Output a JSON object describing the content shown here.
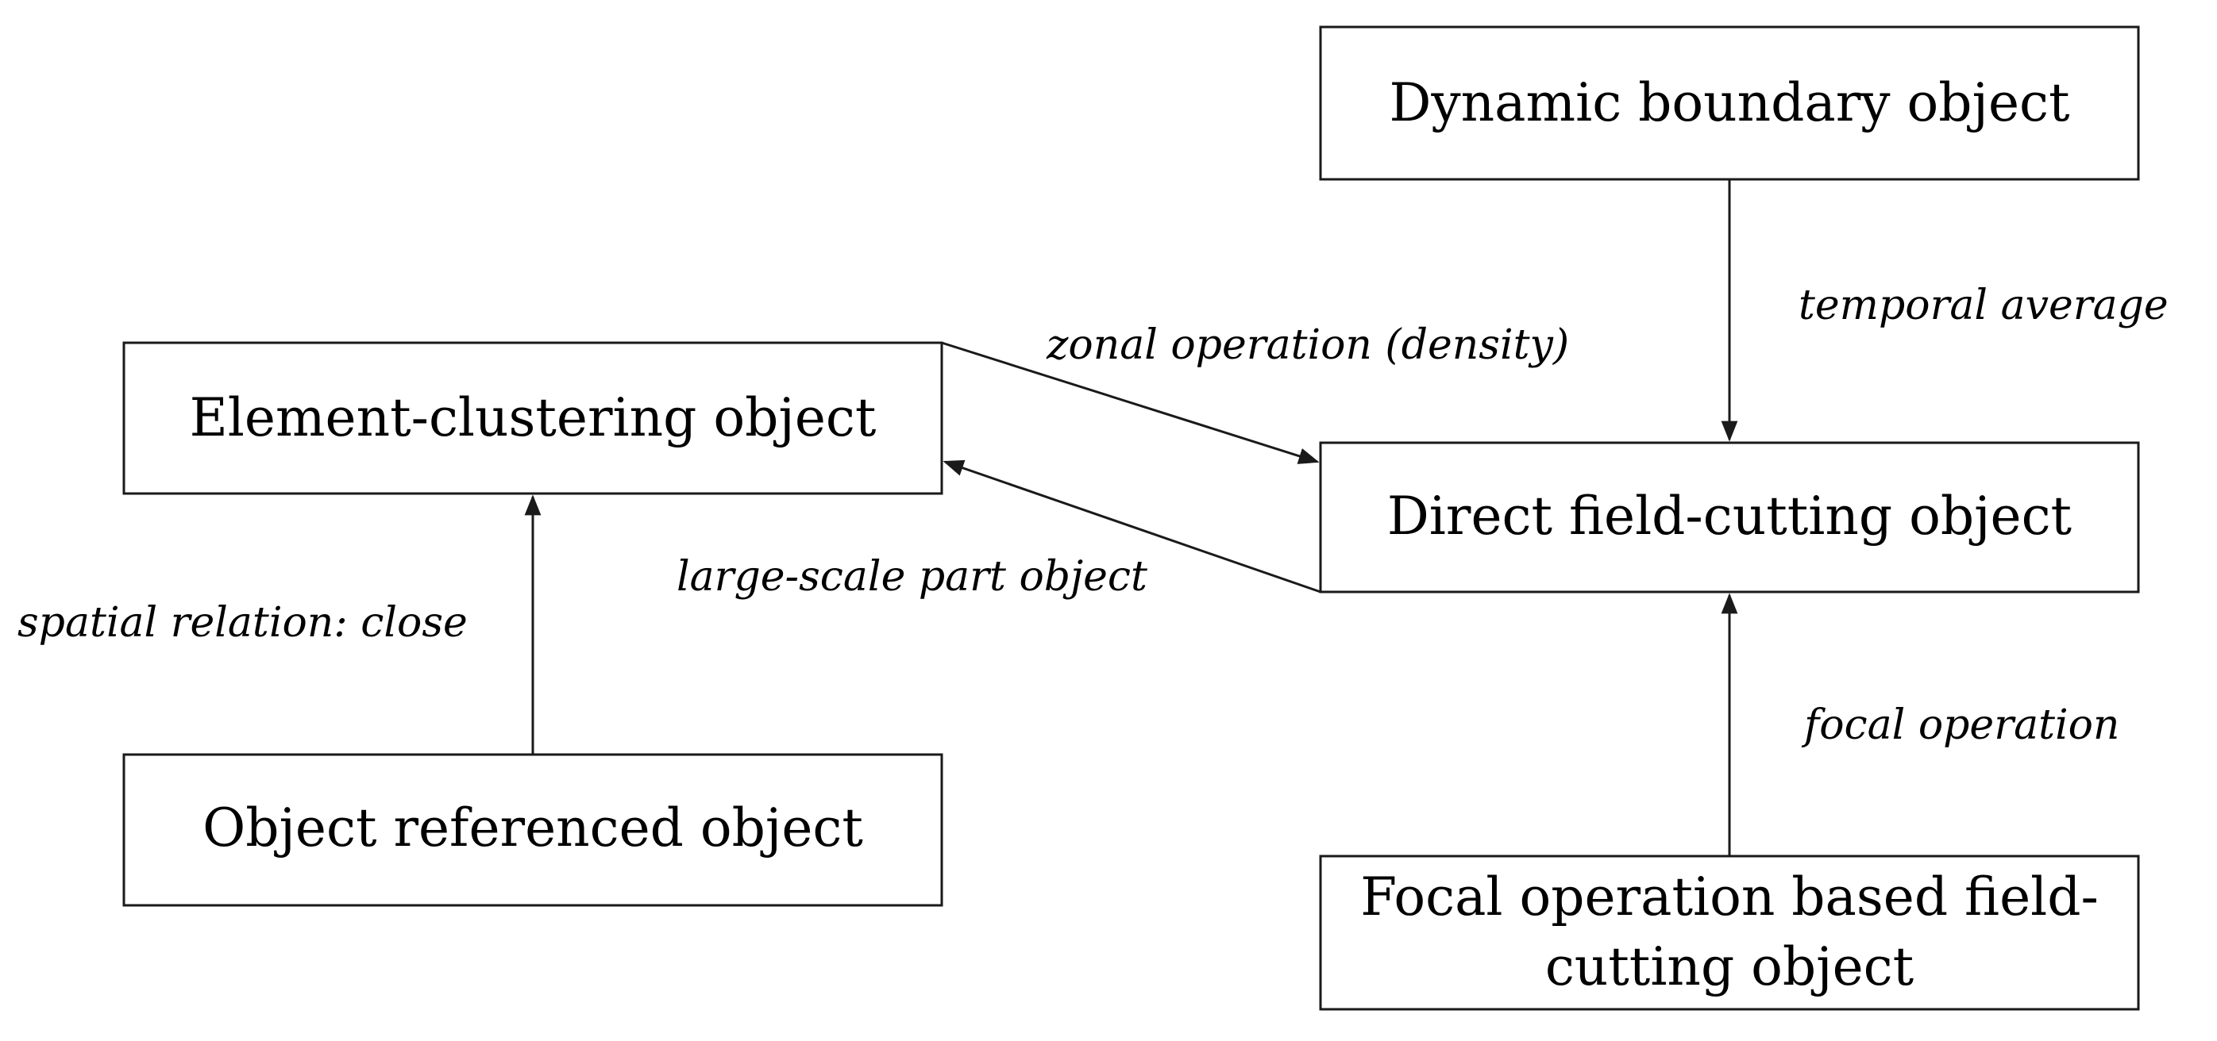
{
  "nodes": {
    "dynamic_boundary": "Dynamic boundary object",
    "element_clustering": "Element-clustering object",
    "direct_field_cutting": "Direct field-cutting object",
    "object_referenced": "Object referenced object",
    "focal_operation_line1": "Focal operation based field-",
    "focal_operation_line2": "cutting object"
  },
  "edges": {
    "temporal_average": "temporal average",
    "zonal_operation": "zonal operation (density)",
    "large_scale_part": "large-scale part object",
    "spatial_relation": "spatial relation: close",
    "focal_operation": "focal operation"
  },
  "colors": {
    "stroke": "#1a1a1a",
    "text": "#000000",
    "background": "#ffffff"
  }
}
